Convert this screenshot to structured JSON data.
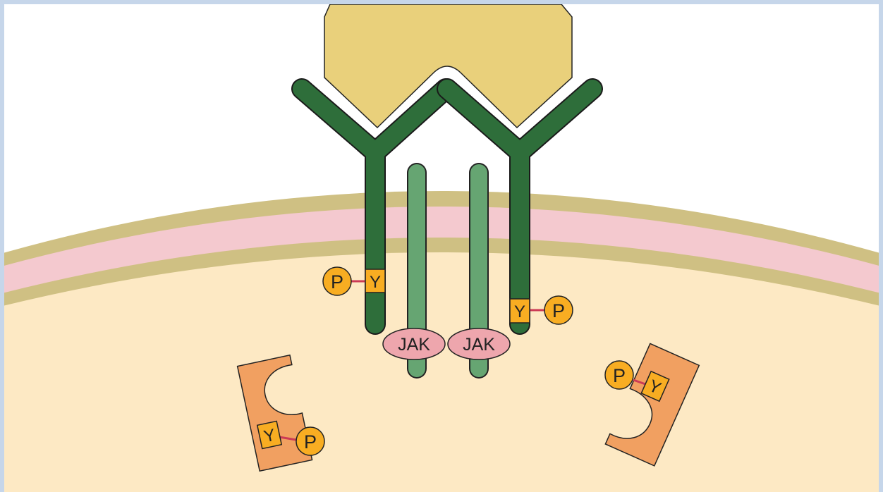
{
  "labels": {
    "jak": "JAK",
    "phosphate": "P",
    "tyrosine": "Y"
  },
  "colors": {
    "border": "#c6d6ea",
    "cytoplasm": "#fde9c4",
    "membrane_outer": "#cfc083",
    "membrane_core": "#f4c9cf",
    "ligand": "#e9d07b",
    "receptor": "#2e6e3a",
    "jak_stalk": "#66a572",
    "jak_oval": "#eea6ad",
    "phosphate": "#f8ad22",
    "tyrosine": "#f8ad22",
    "stat_protein": "#f1a061",
    "bond": "#cc3a55",
    "outline": "#222222"
  }
}
